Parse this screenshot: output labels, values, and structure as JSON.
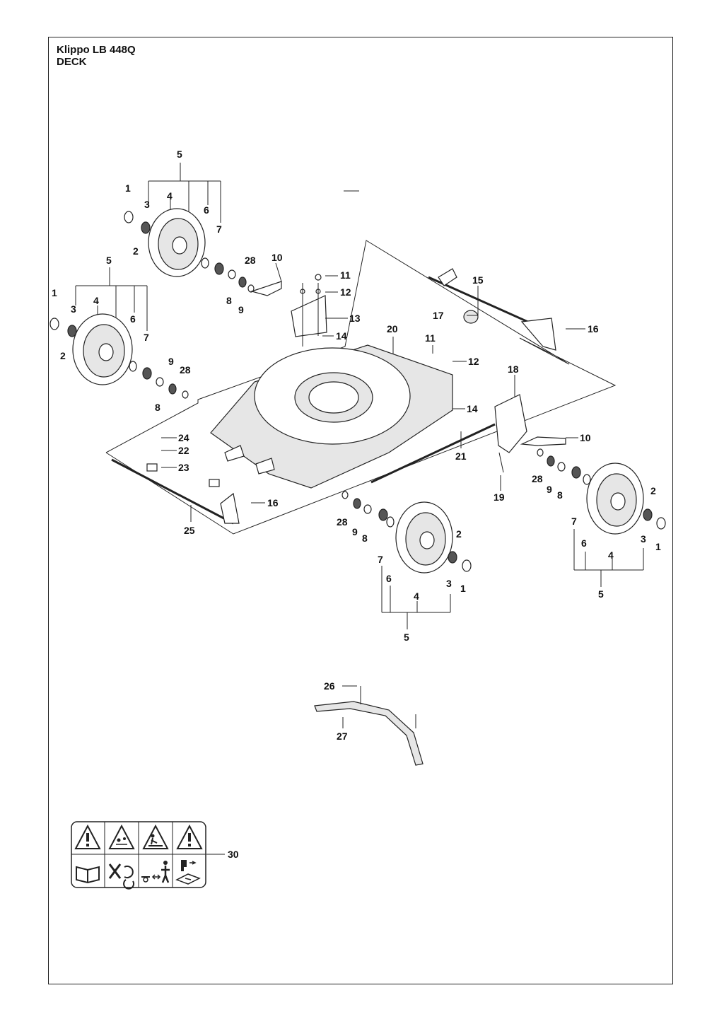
{
  "header": {
    "model": "Klippo LB 448Q",
    "section": "DECK"
  },
  "callouts": {
    "c1": "1",
    "c2": "2",
    "c3": "3",
    "c4": "4",
    "c5": "5",
    "c6": "6",
    "c7": "7",
    "c8": "8",
    "c9": "9",
    "c10": "10",
    "c11": "11",
    "c12": "12",
    "c13": "13",
    "c14": "14",
    "c15": "15",
    "c16": "16",
    "c17": "17",
    "c18": "18",
    "c19": "19",
    "c20": "20",
    "c21": "21",
    "c22": "22",
    "c23": "23",
    "c24": "24",
    "c25": "25",
    "c26": "26",
    "c27": "27",
    "c28": "28",
    "c30": "30"
  },
  "decal_icons": [
    "warning-icon",
    "thrown-objects-warning-icon",
    "rotating-blade-warning-icon",
    "warning-icon",
    "read-manual-icon",
    "no-hands-near-blade-icon",
    "keep-distance-icon",
    "disconnect-before-service-icon"
  ]
}
